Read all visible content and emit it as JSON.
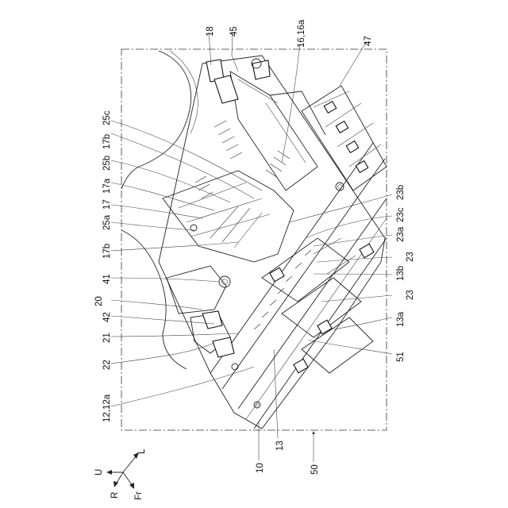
{
  "figure": {
    "labels": {
      "l18": "18",
      "l45": "45",
      "l16": "16,16a",
      "l47": "47",
      "l25c": "25c",
      "l17b_top": "17b",
      "l25b": "25b",
      "l17a": "17a",
      "l17": "17",
      "l25a": "25a",
      "l17b_bot": "17b",
      "l41": "41",
      "l20": "20",
      "l42": "42",
      "l21": "21",
      "l22": "22",
      "l12": "12,12a",
      "l10": "10",
      "l13": "13",
      "l50": "50",
      "l23b": "23b",
      "l23c": "23c",
      "l23a": "23a",
      "l23_top": "23",
      "l13b": "13b",
      "l23_mid": "23",
      "l13a": "13a",
      "l51": "51"
    },
    "axes": {
      "up": "U",
      "left": "L",
      "rear": "R",
      "front": "Fr"
    }
  }
}
